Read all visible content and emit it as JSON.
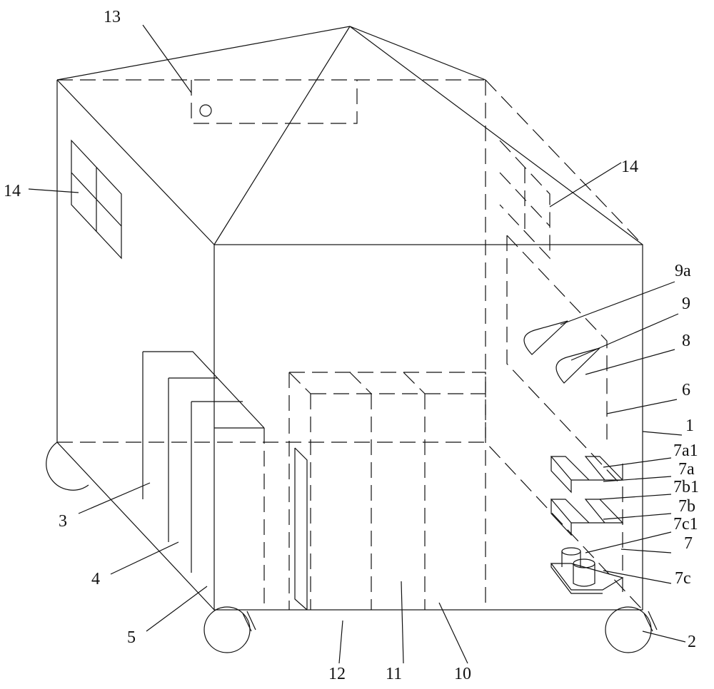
{
  "labels": {
    "l13": "13",
    "l14_left": "14",
    "l14_right": "14",
    "l9a": "9a",
    "l9": "9",
    "l8": "8",
    "l6": "6",
    "l1": "1",
    "l7a1": "7a1",
    "l7a": "7a",
    "l7b1": "7b1",
    "l7b": "7b",
    "l7c1": "7c1",
    "l7": "7",
    "l7c": "7c",
    "l2": "2",
    "l3": "3",
    "l4": "4",
    "l5": "5",
    "l12": "12",
    "l11": "11",
    "l10": "10"
  }
}
